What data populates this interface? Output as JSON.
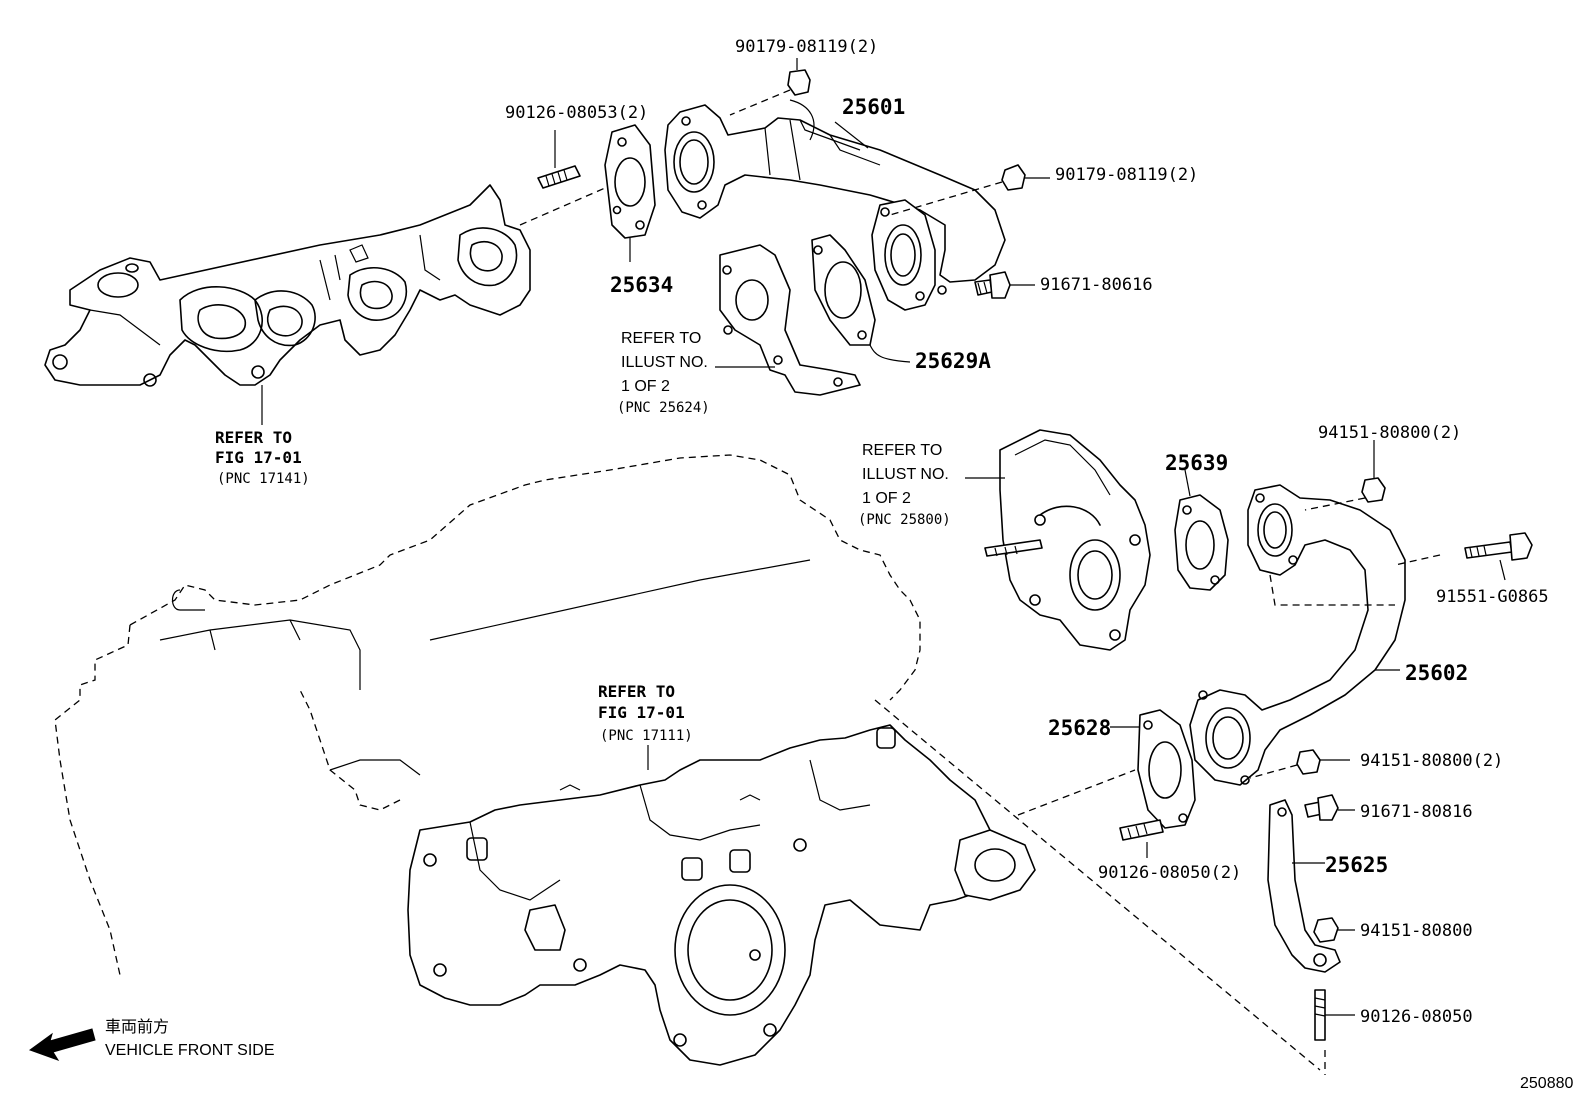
{
  "parts": [
    {
      "id": "p1",
      "label": "90179-08119(2)"
    },
    {
      "id": "p2",
      "label": "90126-08053(2)"
    },
    {
      "id": "p3",
      "label": "25601"
    },
    {
      "id": "p4",
      "label": "90179-08119(2)"
    },
    {
      "id": "p5",
      "label": "91671-80616"
    },
    {
      "id": "p6",
      "label": "25634"
    },
    {
      "id": "p7",
      "label": "25629A"
    },
    {
      "id": "p8",
      "label": "25639"
    },
    {
      "id": "p9",
      "label": "94151-80800(2)"
    },
    {
      "id": "p10",
      "label": "91551-G0865"
    },
    {
      "id": "p11",
      "label": "25602"
    },
    {
      "id": "p12",
      "label": "25628"
    },
    {
      "id": "p13",
      "label": "94151-80800(2)"
    },
    {
      "id": "p14",
      "label": "91671-80816"
    },
    {
      "id": "p15",
      "label": "25625"
    },
    {
      "id": "p16",
      "label": "90126-08050(2)"
    },
    {
      "id": "p17",
      "label": "94151-80800"
    },
    {
      "id": "p18",
      "label": "90126-08050"
    }
  ],
  "refs": {
    "fig_exhaust": {
      "line1": "REFER TO",
      "line2": "FIG 17-01",
      "line3": "(PNC 17141)"
    },
    "illust_25624": {
      "line1": "REFER TO",
      "line2": "ILLUST NO.",
      "line3": "1 OF 2",
      "line4": "(PNC 25624)"
    },
    "illust_25800": {
      "line1": "REFER TO",
      "line2": "ILLUST NO.",
      "line3": "1 OF 2",
      "line4": "(PNC 25800)"
    },
    "fig_intake": {
      "line1": "REFER TO",
      "line2": "FIG 17-01",
      "line3": "(PNC 17111)"
    }
  },
  "footer": {
    "direction_jp": "車両前方",
    "direction_en": "VEHICLE FRONT SIDE",
    "illustration_no": "250880"
  }
}
